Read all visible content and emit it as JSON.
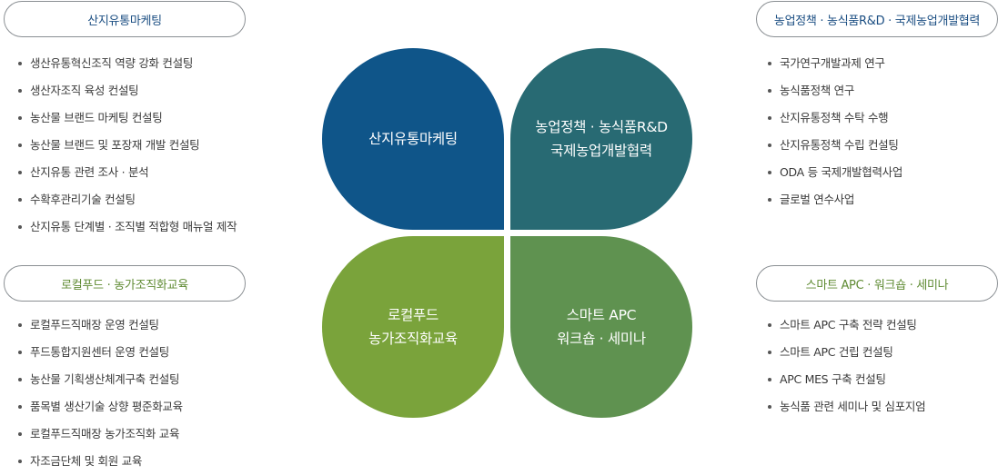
{
  "top_left": {
    "title": "산지유통마케팅",
    "items": [
      "생산유통혁신조직 역량 강화 컨설팅",
      "생산자조직 육성 컨설팅",
      "농산물 브랜드 마케팅 컨설팅",
      "농산물 브랜드 및 포장재 개발 컨설팅",
      "산지유통 관련 조사 · 분석",
      "수확후관리기술 컨설팅",
      "산지유통 단계별 · 조직별 적합형 매뉴얼 제작"
    ]
  },
  "bottom_left": {
    "title": "로컬푸드 · 농가조직화교육",
    "items": [
      "로컬푸드직매장 운영 컨설팅",
      "푸드통합지원센터 운영 컨설팅",
      "농산물 기획생산체계구축 컨설팅",
      "품목별 생산기술 상향 평준화교육",
      "로컬푸드직매장 농가조직화 교육",
      "자조금단체 및 회원 교육"
    ]
  },
  "top_right": {
    "title": "농업정책 · 농식품R&D · 국제농업개발협력",
    "items": [
      "국가연구개발과제 연구",
      "농식품정책 연구",
      "산지유통정책 수탁 수행",
      "산지유통정책 수립 컨설팅",
      "ODA 등 국제개발협력사업",
      "글로벌 연수사업"
    ]
  },
  "bottom_right": {
    "title": "스마트 APC · 워크숍 · 세미나",
    "items": [
      "스마트 APC 구축 전략 컨설팅",
      "스마트 APC 건립 컨설팅",
      "APC MES 구축 컨설팅",
      "농식품 관련 세미나 및 심포지엄"
    ]
  },
  "petals": {
    "top_left": [
      "산지유통마케팅"
    ],
    "top_right": [
      "농업정책 · 농식품R&D",
      "국제농업개발협력"
    ],
    "bottom_left": [
      "로컬푸드",
      "농가조직화교육"
    ],
    "bottom_right": [
      "스마트 APC",
      "워크숍 · 세미나"
    ]
  },
  "colors": {
    "top_left": "#0f5589",
    "top_right": "#286a73",
    "bottom_left": "#7aa33b",
    "bottom_right": "#5f9250"
  }
}
